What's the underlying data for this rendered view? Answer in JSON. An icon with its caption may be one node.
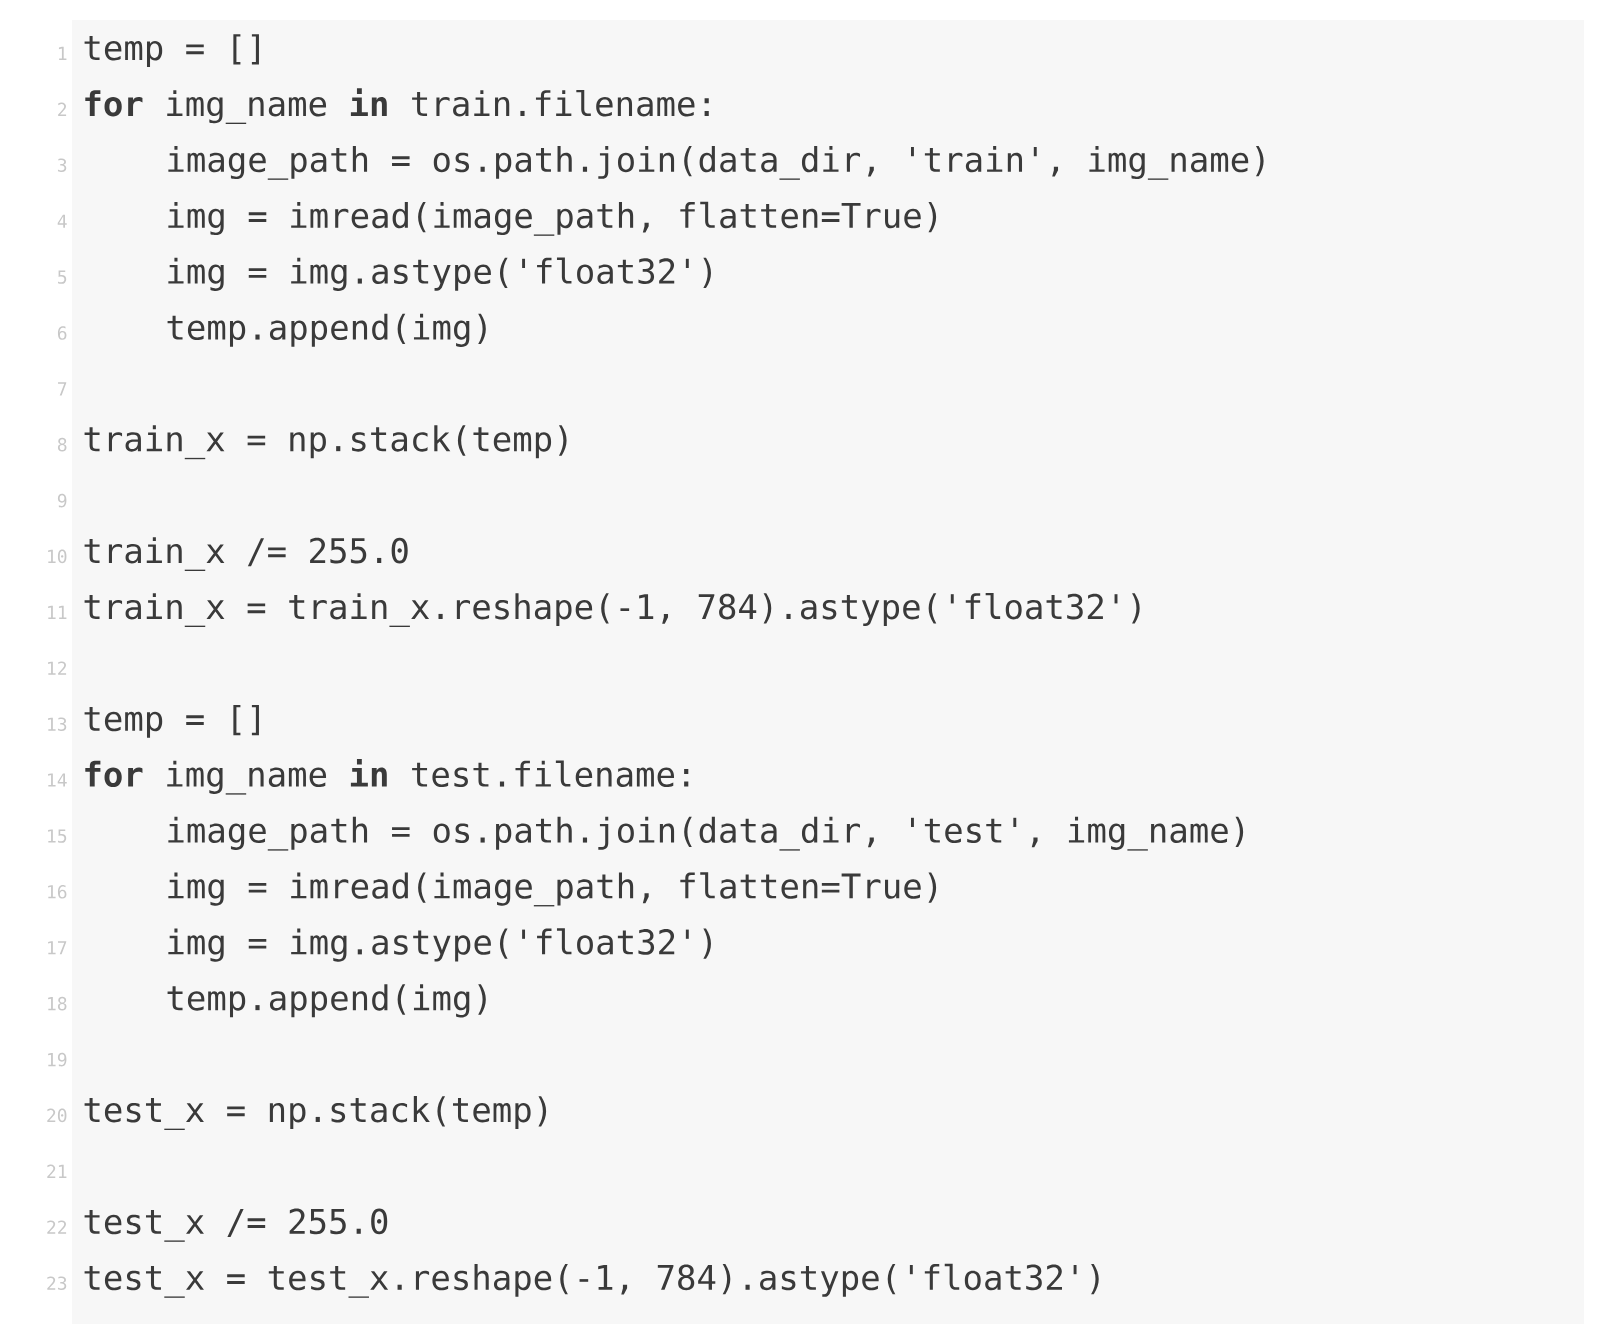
{
  "diagram": {
    "labels": [
      "1",
      "temp = []",
      "2",
      "**for** img_name **in** train.filename:",
      "3",
      "image_path = os.path.join(data_dir, 'train', img_name)",
      "4",
      "img = imread(image_path, flatten=True)",
      "5",
      "img = img.astype('float32')",
      "6",
      "temp.append(img)",
      "7",
      "8",
      "train_x = np.stack(temp)",
      "9",
      "10",
      "train_x /= 255.0",
      "11",
      "train_x = train_x.reshape(-1, 784).astype('float32')",
      "12",
      "13",
      "temp = []",
      "14",
      "**for** img_name **in** test.filename:",
      "15",
      "image_path = os.path.join(data_dir, 'test', img_name)",
      "16",
      "img = imread(image_path, flatten=True)",
      "17",
      "img = img.astype('float32')",
      "18",
      "temp.append(img)",
      "19",
      "20",
      "test_x = np.stack(temp)",
      "21",
      "22",
      "test_x /= 255.0",
      "23",
      "test_x = test_x.reshape(-1, 784).astype('float32')"
    ]
  }
}
